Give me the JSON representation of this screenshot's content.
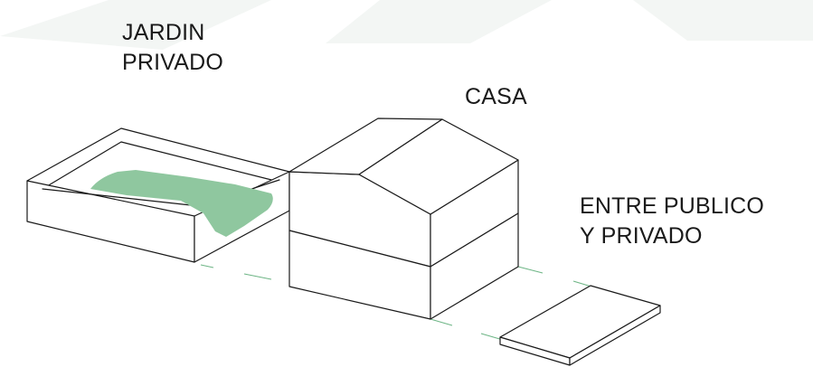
{
  "labels": {
    "jardin_line1": "JARDIN",
    "jardin_line2": "PRIVADO",
    "casa": "CASA",
    "entre_line1": "ENTRE PUBLICO",
    "entre_line2": "Y PRIVADO"
  },
  "colors": {
    "background": "#ffffff",
    "line": "#1a1a1a",
    "garden_fill": "#8fc79f",
    "dash_line": "#6db585",
    "watermark": "#f3f6f4"
  }
}
